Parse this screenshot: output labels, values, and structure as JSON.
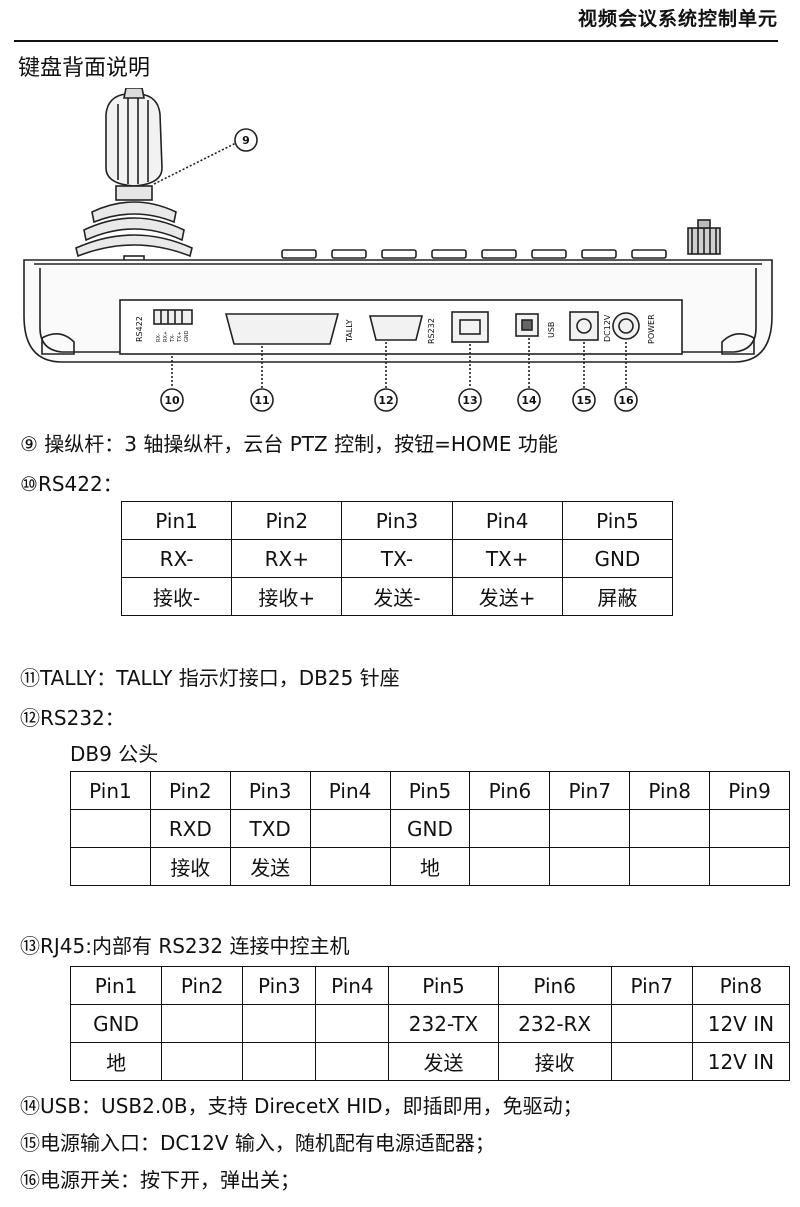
{
  "header": {
    "title": "视频会议系统控制单元"
  },
  "section": {
    "title": "键盘背面说明"
  },
  "diagram": {
    "callouts": [
      "9",
      "10",
      "11",
      "12",
      "13",
      "14",
      "15",
      "16"
    ],
    "panel_labels": {
      "rs422": "RS422",
      "rs422_pins": [
        "RX-",
        "RX+",
        "TX-",
        "TX+",
        "GND"
      ],
      "tally": "TALLY",
      "rs232": "RS232",
      "usb": "USB",
      "dc12v": "DC12V",
      "power": "POWER"
    }
  },
  "items": {
    "i9": {
      "marker": "⑨",
      "text": "操纵杆：3 轴操纵杆，云台 PTZ 控制，按钮=HOME 功能"
    },
    "i10": {
      "marker": "⑩",
      "text": "RS422："
    },
    "i11": {
      "marker": "⑪",
      "text": "TALLY：TALLY 指示灯接口，DB25 针座"
    },
    "i12": {
      "marker": "⑫",
      "text": "RS232："
    },
    "i12_sub": "DB9 公头",
    "i13": {
      "marker": "⑬",
      "text": "RJ45:内部有 RS232 连接中控主机"
    },
    "i14": {
      "marker": "⑭",
      "text": "USB：USB2.0B，支持 DirecetX HID，即插即用，免驱动；"
    },
    "i15": {
      "marker": "⑮",
      "text": "电源输入口：DC12V 输入，随机配有电源适配器；"
    },
    "i16": {
      "marker": "⑯",
      "text": "电源开关：按下开，弹出关；"
    }
  },
  "rs422_table": [
    [
      "Pin1",
      "Pin2",
      "Pin3",
      "Pin4",
      "Pin5"
    ],
    [
      "RX-",
      "RX+",
      "TX-",
      "TX+",
      "GND"
    ],
    [
      "接收-",
      "接收+",
      "发送-",
      "发送+",
      "屏蔽"
    ]
  ],
  "rs232_table": [
    [
      "Pin1",
      "Pin2",
      "Pin3",
      "Pin4",
      "Pin5",
      "Pin6",
      "Pin7",
      "Pin8",
      "Pin9"
    ],
    [
      "",
      "RXD",
      "TXD",
      "",
      "GND",
      "",
      "",
      "",
      ""
    ],
    [
      "",
      "接收",
      "发送",
      "",
      "地",
      "",
      "",
      "",
      ""
    ]
  ],
  "rj45_table": [
    [
      "Pin1",
      "Pin2",
      "Pin3",
      "Pin4",
      "Pin5",
      "Pin6",
      "Pin7",
      "Pin8"
    ],
    [
      "GND",
      "",
      "",
      "",
      "232-TX",
      "232-RX",
      "",
      "12V IN"
    ],
    [
      "地",
      "",
      "",
      "",
      "发送",
      "接收",
      "",
      "12V IN"
    ]
  ]
}
